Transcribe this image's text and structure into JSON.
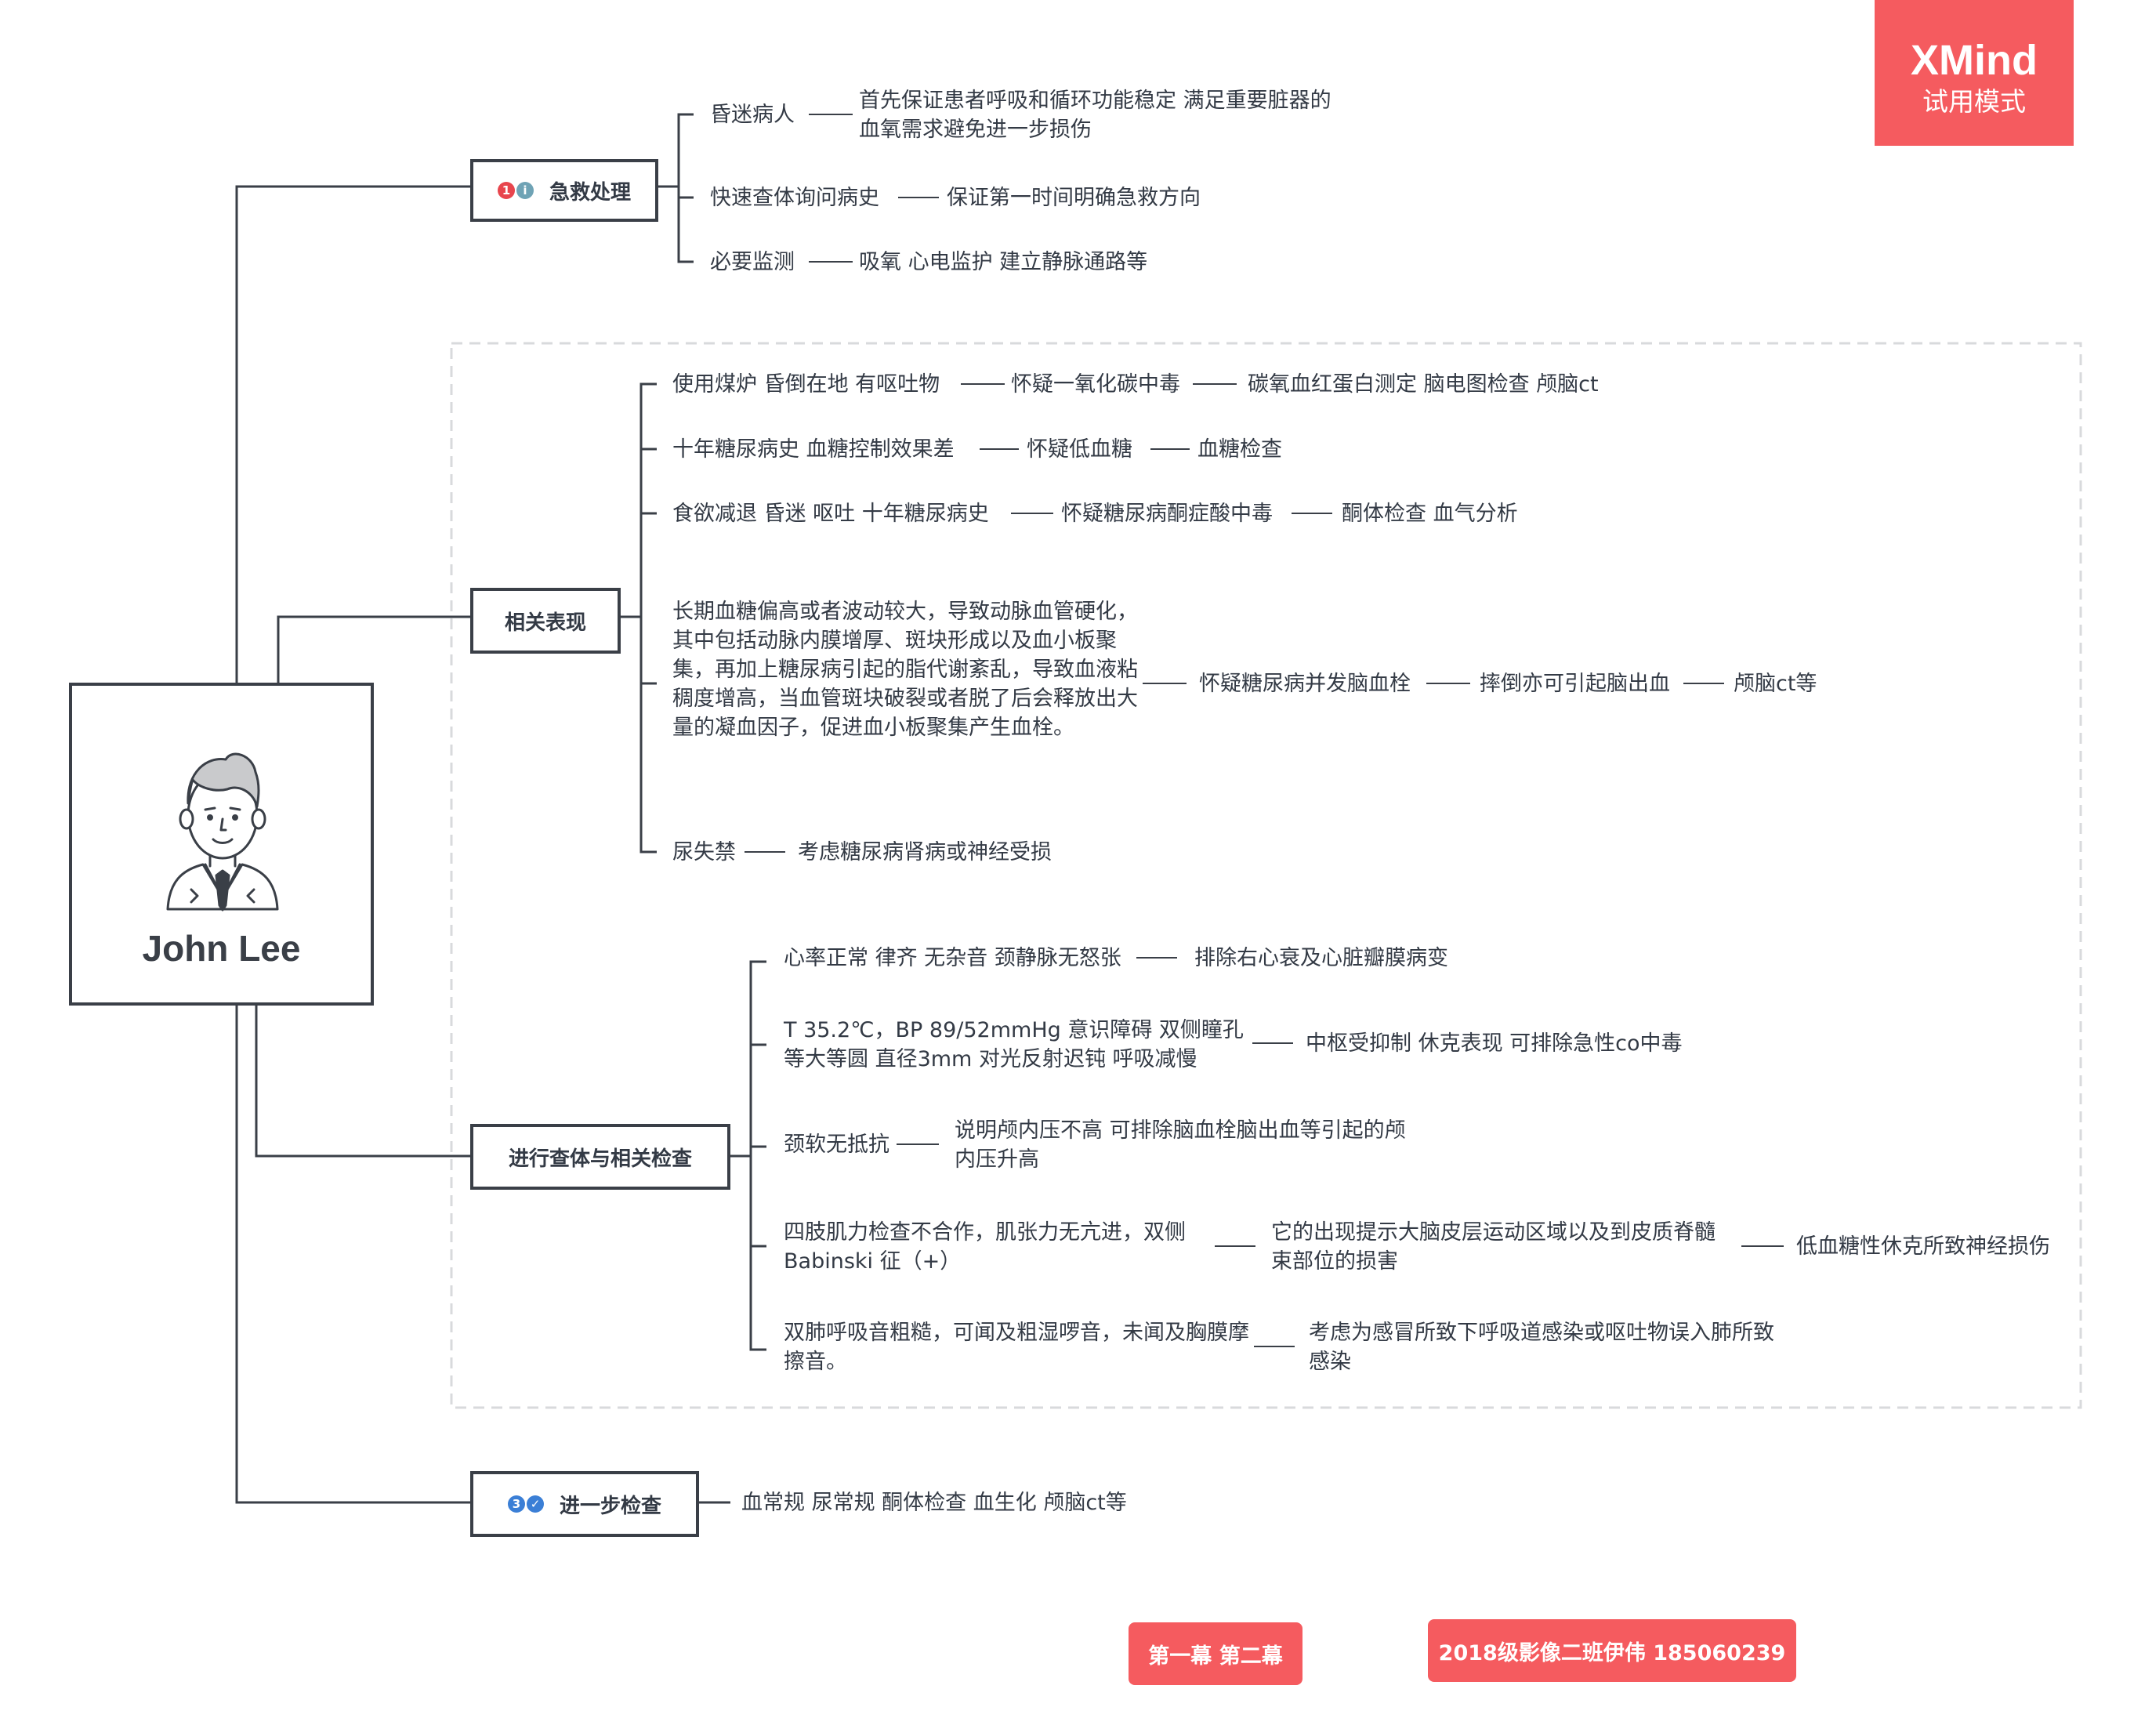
{
  "watermark": {
    "brand": "XMind",
    "mode": "试用模式"
  },
  "central": {
    "name": "John Lee",
    "icon": "man-avatar-icon"
  },
  "branches": {
    "first_aid": {
      "label": "急救处理",
      "markers": [
        "1",
        "i"
      ],
      "items": [
        {
          "a": "昏迷病人",
          "b": "首先保证患者呼吸和循环功能稳定 满足重要脏器的血氧需求避免进一步损伤"
        },
        {
          "a": "快速查体询问病史",
          "b": "保证第一时间明确急救方向"
        },
        {
          "a": "必要监测",
          "b": "吸氧 心电监护 建立静脉通路等"
        }
      ]
    },
    "manifestations": {
      "label": "相关表现",
      "items": [
        {
          "a": "使用煤炉 昏倒在地 有呕吐物",
          "b": "怀疑一氧化碳中毒",
          "c": "碳氧血红蛋白测定 脑电图检查 颅脑ct"
        },
        {
          "a": "十年糖尿病史 血糖控制效果差",
          "b": "怀疑低血糖",
          "c": "血糖检查"
        },
        {
          "a": "食欲减退 昏迷 呕吐 十年糖尿病史",
          "b": "怀疑糖尿病酮症酸中毒",
          "c": "酮体检查 血气分析"
        },
        {
          "a": "长期血糖偏高或者波动较大，导致动脉血管硬化，其中包括动脉内膜增厚、斑块形成以及血小板聚集，再加上糖尿病引起的脂代谢紊乱，导致血液粘稠度增高，当血管斑块破裂或者脱了后会释放出大量的凝血因子，促进血小板聚集产生血栓。",
          "b": "怀疑糖尿病并发脑血栓",
          "c": "摔倒亦可引起脑出血",
          "d": "颅脑ct等"
        },
        {
          "a": "尿失禁",
          "b": "考虑糖尿病肾病或神经受损"
        }
      ]
    },
    "examination": {
      "label": "进行查体与相关检查",
      "items": [
        {
          "a": "心率正常 律齐 无杂音 颈静脉无怒张",
          "b": "排除右心衰及心脏瓣膜病变"
        },
        {
          "a": "T 35.2℃，BP 89/52mmHg 意识障碍 双侧瞳孔等大等圆 直径3mm 对光反射迟钝 呼吸减慢",
          "b": "中枢受抑制 休克表现 可排除急性co中毒"
        },
        {
          "a": "颈软无抵抗",
          "b": "说明颅内压不高 可排除脑血栓脑出血等引起的颅内压升高"
        },
        {
          "a": "四肢肌力检查不合作，肌张力无亢进，双侧Babinski 征（+）",
          "b": "它的出现提示大脑皮层运动区域以及到皮质脊髓束部位的损害",
          "c": "低血糖性休克所致神经损伤"
        },
        {
          "a": "双肺呼吸音粗糙，可闻及粗湿啰音，未闻及胸膜摩擦音。",
          "b": "考虑为感冒所致下呼吸道感染或呕吐物误入肺所致感染"
        }
      ]
    },
    "further": {
      "label": "进一步检查",
      "markers": [
        "3",
        "✓"
      ],
      "items": [
        {
          "a": "血常规 尿常规 酮体检查 血生化 颅脑ct等"
        }
      ]
    }
  },
  "footer": {
    "scenes": "第一幕 第二幕",
    "author": "2018级影像二班伊伟 185060239"
  },
  "colors": {
    "accent": "#f55b5f",
    "line": "#3a3f47",
    "text": "#333a45",
    "badge_red": "#e8454d",
    "badge_teal": "#6fa3b5",
    "badge_blue": "#3b7fd6"
  }
}
